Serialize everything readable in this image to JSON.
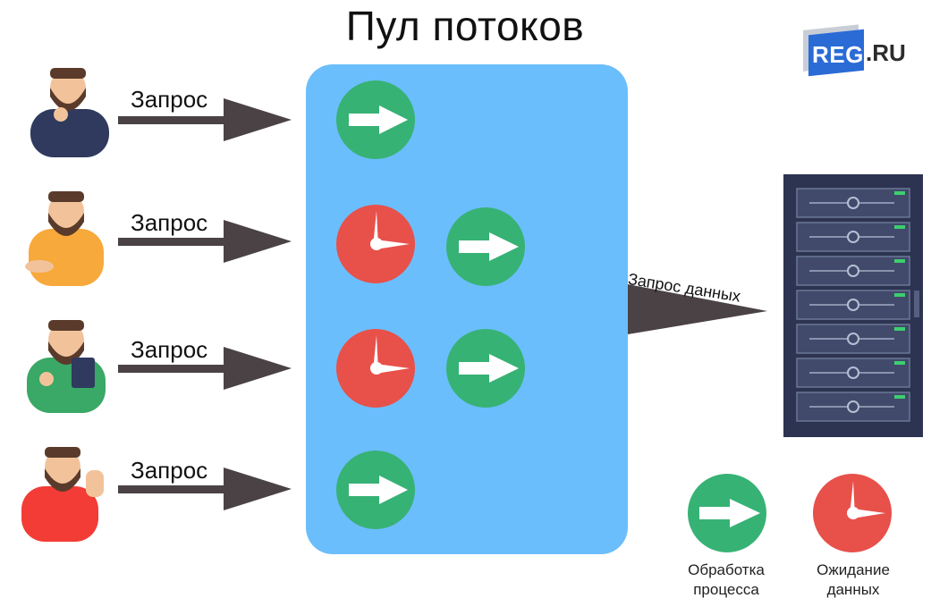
{
  "title": "Пул потоков",
  "logo": {
    "reg": "REG",
    "ru": ".RU"
  },
  "request_label": "Запрос",
  "data_request_label": "Запрос данных",
  "legend": {
    "processing": "Обработка процесса",
    "waiting": "Ожидание данных"
  },
  "rows": [
    {
      "person_shirt": "#2f3a5e",
      "states": [
        "processing"
      ]
    },
    {
      "person_shirt": "#f8a93c",
      "states": [
        "waiting",
        "processing"
      ]
    },
    {
      "person_shirt": "#3aa866",
      "states": [
        "waiting",
        "processing"
      ]
    },
    {
      "person_shirt": "#f23c35",
      "states": [
        "processing"
      ]
    }
  ],
  "colors": {
    "pool": "#6bbefc",
    "processing": "#37b275",
    "waiting": "#e8504a",
    "arrow": "#4a4244",
    "server": "#2d3451"
  },
  "icons": {
    "processing": "right-arrow-icon",
    "waiting": "clock-icon",
    "client": "person-icon",
    "server": "server-rack-icon"
  }
}
